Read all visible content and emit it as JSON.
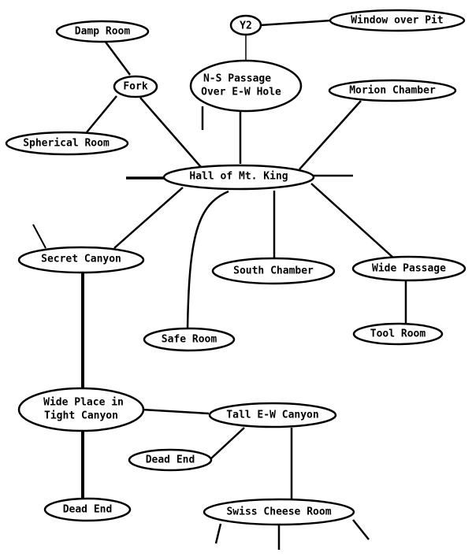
{
  "colors": {
    "line": "#000000",
    "fill": "#ffffff",
    "text": "#000000"
  },
  "nodes": {
    "y2": "Y2",
    "window_over_pit": "Window over Pit",
    "damp_room": "Damp Room",
    "ns_passage_line1": "N-S Passage",
    "ns_passage_line2": "Over E-W Hole",
    "fork": "Fork",
    "morion_chamber": "Morion Chamber",
    "spherical_room": "Spherical Room",
    "hall_mt_king": "Hall of Mt. King",
    "secret_canyon": "Secret Canyon",
    "south_chamber": "South Chamber",
    "wide_passage": "Wide Passage",
    "safe_room": "Safe Room",
    "tool_room": "Tool Room",
    "wide_place_line1": "Wide Place in",
    "wide_place_line2": "Tight Canyon",
    "tall_ew_canyon": "Tall E-W Canyon",
    "dead_end_1": "Dead End",
    "dead_end_2": "Dead End",
    "swiss_cheese_room": "Swiss Cheese Room"
  }
}
